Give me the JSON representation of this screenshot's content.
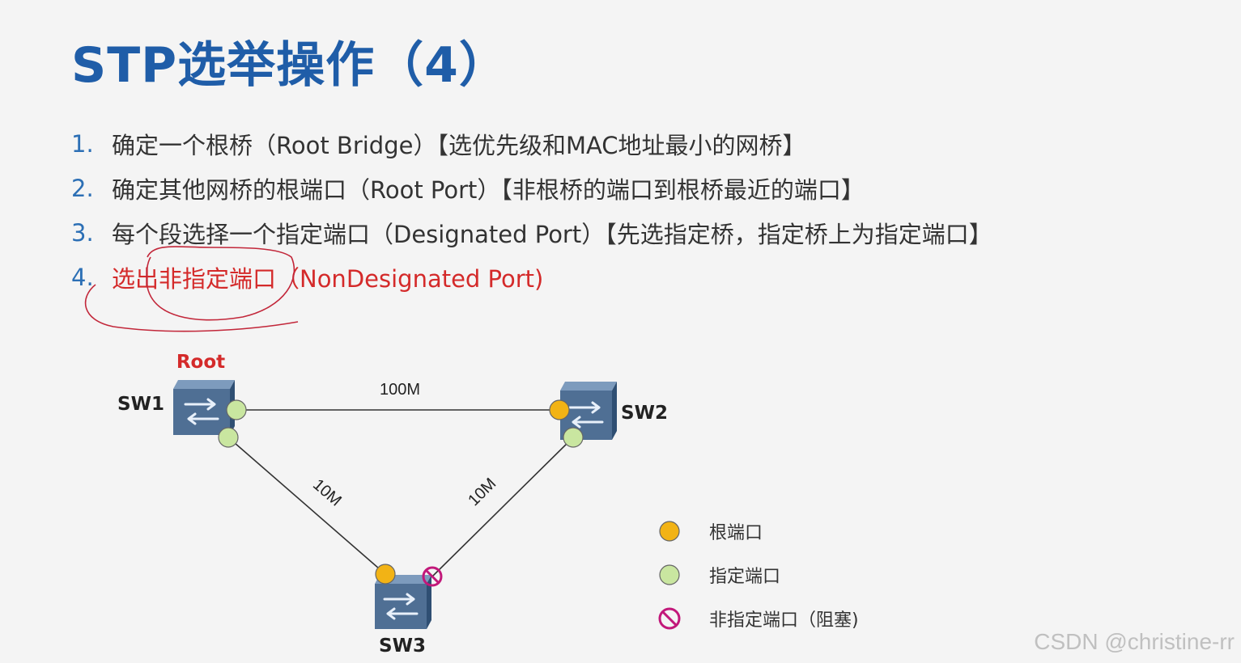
{
  "title": "STP选举操作（4）",
  "steps": [
    {
      "num": "1.",
      "text": "确定一个根桥（Root Bridge）【选优先级和MAC地址最小的网桥】"
    },
    {
      "num": "2.",
      "text": "确定其他网桥的根端口（Root Port）【非根桥的端口到根桥最近的端口】"
    },
    {
      "num": "3.",
      "text": "每个段选择一个指定端口（Designated Port）【先选指定桥，指定桥上为指定端口】"
    },
    {
      "num": "4.",
      "text": "选出非指定端口（NonDesignated Port)"
    }
  ],
  "diagram": {
    "root_label": "Root",
    "switches": {
      "sw1": "SW1",
      "sw2": "SW2",
      "sw3": "SW3"
    },
    "links": {
      "sw1_sw2": "100M",
      "sw1_sw3": "10M",
      "sw2_sw3": "10M"
    }
  },
  "legend": {
    "root_port": "根端口",
    "designated_port": "指定端口",
    "nondesignated_port": "非指定端口（阻塞)"
  },
  "colors": {
    "title": "#1f5da8",
    "root_label": "#d42a2a",
    "root_port": "#f2b315",
    "designated_port": "#c9e6a0",
    "blocked_port": "#c2187a",
    "switch_body": "#4f6f94"
  },
  "watermark": "CSDN @christine-rr"
}
